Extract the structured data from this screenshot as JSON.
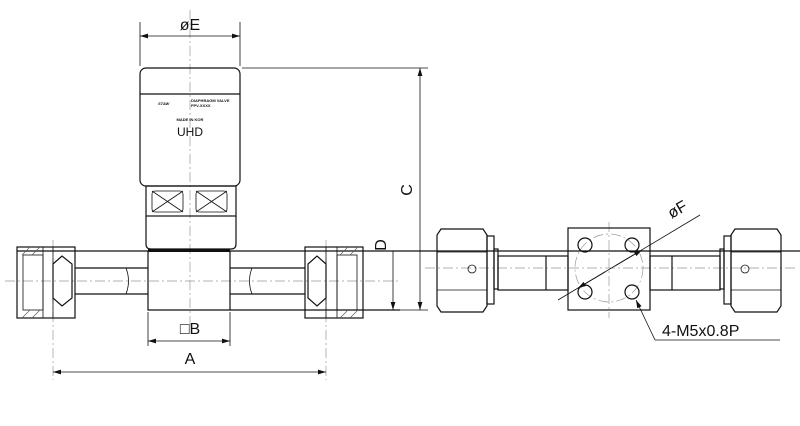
{
  "dimensions": {
    "E": "øE",
    "C": "C",
    "D": "D",
    "B": "□B",
    "A": "A",
    "F": "øF",
    "thread": "4-M5x0.8P"
  },
  "valve_label": {
    "logo": "STAW",
    "line1": "DIAPHRAGM VALVE",
    "line2": "FPV-XXXX",
    "made_in": "MADE IN KOR",
    "model": "UHD"
  },
  "colors": {
    "line": "#111111",
    "centerline": "#999999"
  }
}
